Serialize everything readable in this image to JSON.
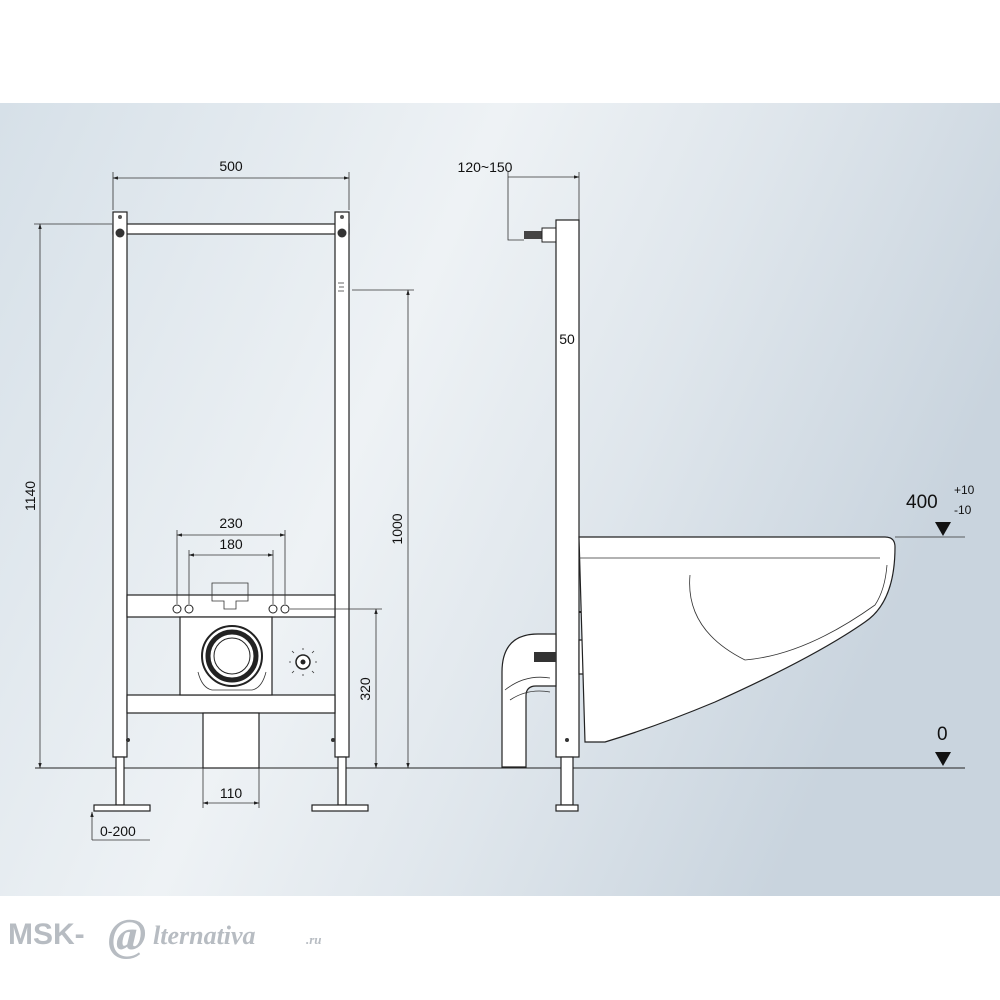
{
  "front_view": {
    "width_label": "500",
    "height_label": "1140",
    "right_height_label": "1000",
    "outer_spacing_label": "230",
    "inner_spacing_label": "180",
    "lower_height_label": "320",
    "drain_width_label": "110",
    "leg_adjust_label": "0-200"
  },
  "side_view": {
    "depth_label": "120~150",
    "profile_label": "50",
    "bowl_height_label": "400",
    "bowl_tolerance_plus": "+10",
    "bowl_tolerance_minus": "-10",
    "floor_label": "0"
  },
  "watermark": {
    "prefix": "MSK-",
    "at_symbol": "@",
    "suffix": "lternativa",
    "domain": ".ru"
  }
}
